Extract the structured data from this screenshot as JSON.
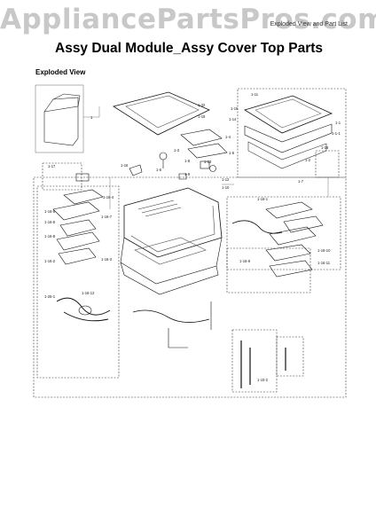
{
  "watermark": "AppliancePartsPros.com",
  "page_label": "Exploded View and Part List",
  "title": "Assy Dual Module_Assy Cover Top Parts",
  "subtitle": "Exploded View",
  "part_labels": {
    "l1": "1",
    "l2": "1-32",
    "l3": "1-19",
    "l4": "1-4",
    "l5": "1-5",
    "l6": "1-3",
    "l7": "1-11",
    "l8": "1-15",
    "l9": "1-14",
    "l10": "1-1",
    "l11": "1-1-1",
    "l12": "1-2",
    "l13": "1-8",
    "l14": "1-9",
    "l15": "1-13",
    "l16": "1-6",
    "l17": "1-10",
    "l18": "1-12",
    "l19": "1-16",
    "l20": "1-17",
    "l21": "1-7",
    "l22": "1-18",
    "l23": "1-16-4",
    "l24": "1-16-5",
    "l25": "1-16-6",
    "l26": "1-16-7",
    "l27": "1-16-8",
    "l28": "1-16-2",
    "l29": "1-16-3",
    "l30": "1-25-1",
    "l31": "1-16-12",
    "l32": "1-16-1",
    "l33": "1-16-10",
    "l34": "1-16-11",
    "l35": "1-16-9",
    "l36": "1-10-2"
  }
}
